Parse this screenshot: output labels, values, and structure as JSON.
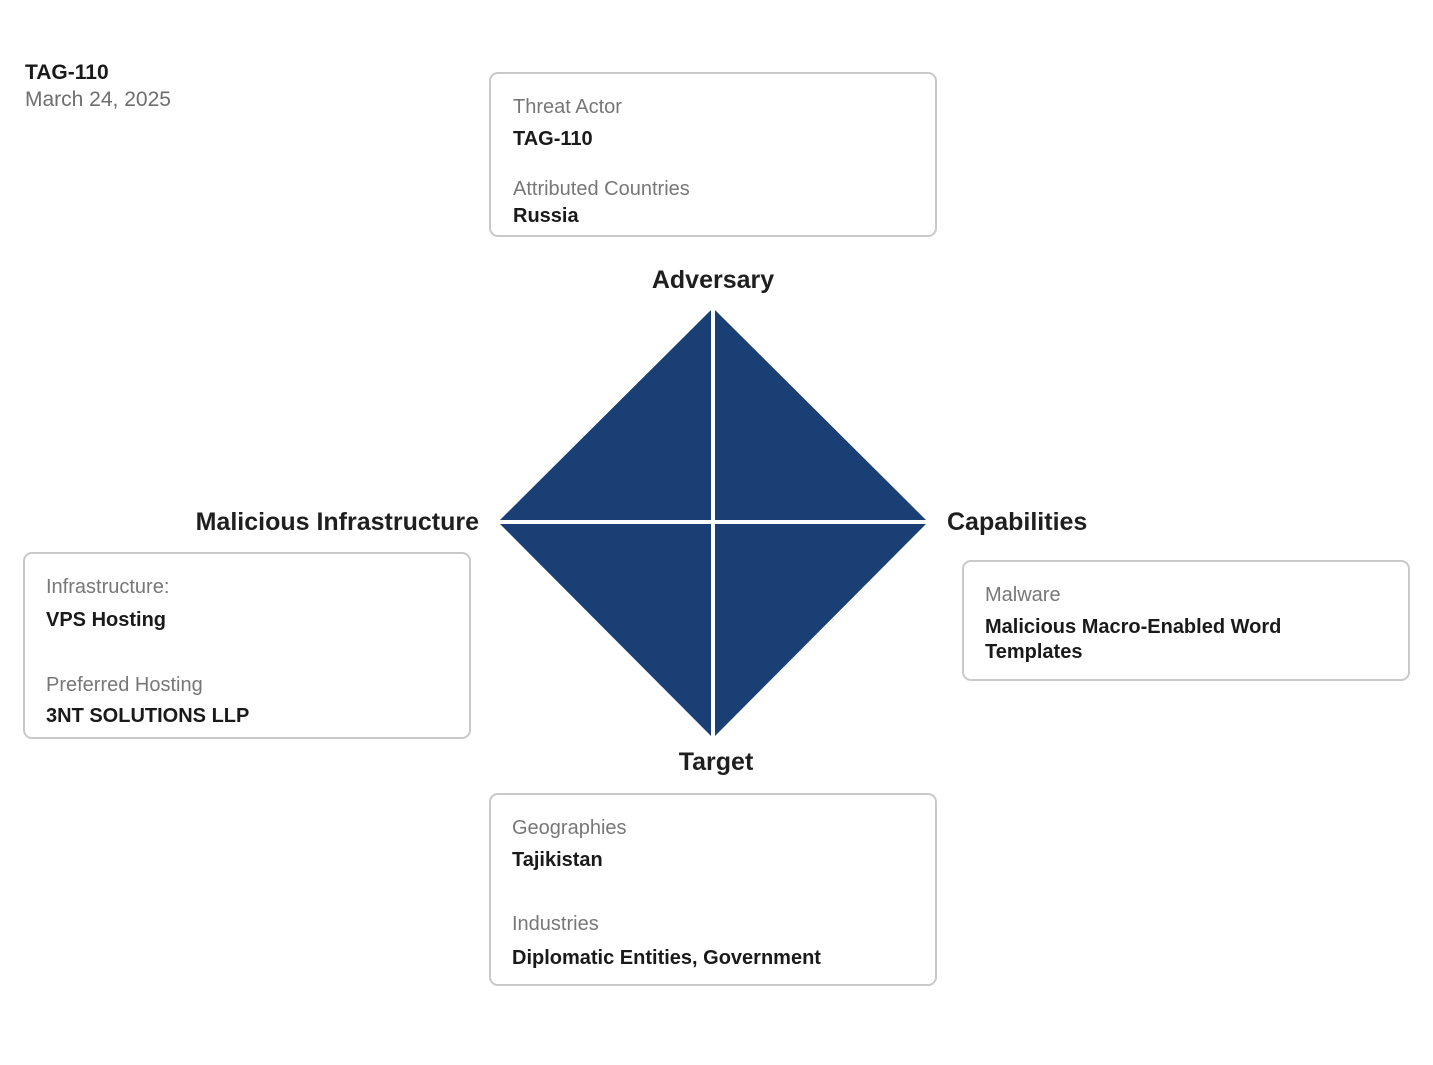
{
  "header": {
    "title": "TAG-110",
    "date": "March 24, 2025"
  },
  "adversary": {
    "heading": "Adversary",
    "threat_actor_label": "Threat Actor",
    "threat_actor_value": "TAG-110",
    "countries_label": "Attributed Countries",
    "countries_value": "Russia"
  },
  "infrastructure": {
    "heading": "Malicious Infrastructure",
    "infrastructure_label": "Infrastructure:",
    "infrastructure_value": "VPS Hosting",
    "hosting_label": "Preferred Hosting",
    "hosting_value": "3NT SOLUTIONS LLP"
  },
  "capabilities": {
    "heading": "Capabilities",
    "malware_label": "Malware",
    "malware_value": "Malicious Macro-Enabled Word Templates"
  },
  "target": {
    "heading": "Target",
    "geographies_label": "Geographies",
    "geographies_value": "Tajikistan",
    "industries_label": "Industries",
    "industries_value": "Diplomatic Entities, Government"
  },
  "colors": {
    "diamond_fill": "#1a3f75",
    "divider": "#ffffff",
    "card_border": "#c9c9c9",
    "label_gray": "#777777"
  }
}
